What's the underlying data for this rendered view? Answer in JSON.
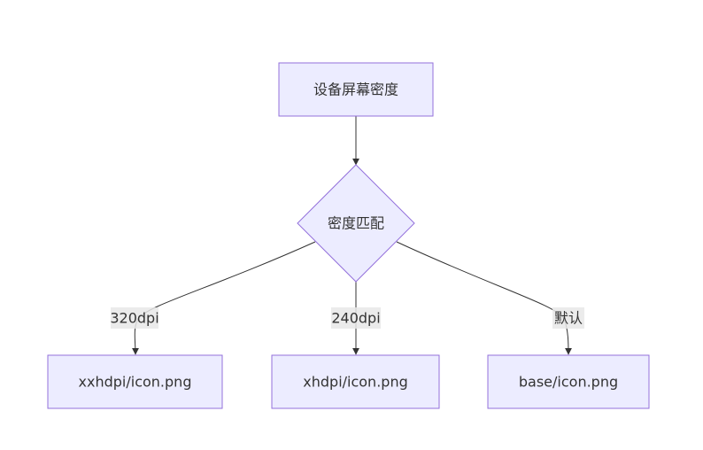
{
  "diagram": {
    "nodes": {
      "screen_density": "设备屏幕密度",
      "density_match": "密度匹配",
      "xxhdpi": "xxhdpi/icon.png",
      "xhdpi": "xhdpi/icon.png",
      "base": "base/icon.png"
    },
    "edges": {
      "to_xxhdpi": "320dpi",
      "to_xhdpi": "240dpi",
      "to_base": "默认"
    },
    "colors": {
      "node_fill": "#ECECFF",
      "node_stroke": "#9370DB",
      "edge": "#333333",
      "label_bg": "#e8e8e8"
    }
  }
}
